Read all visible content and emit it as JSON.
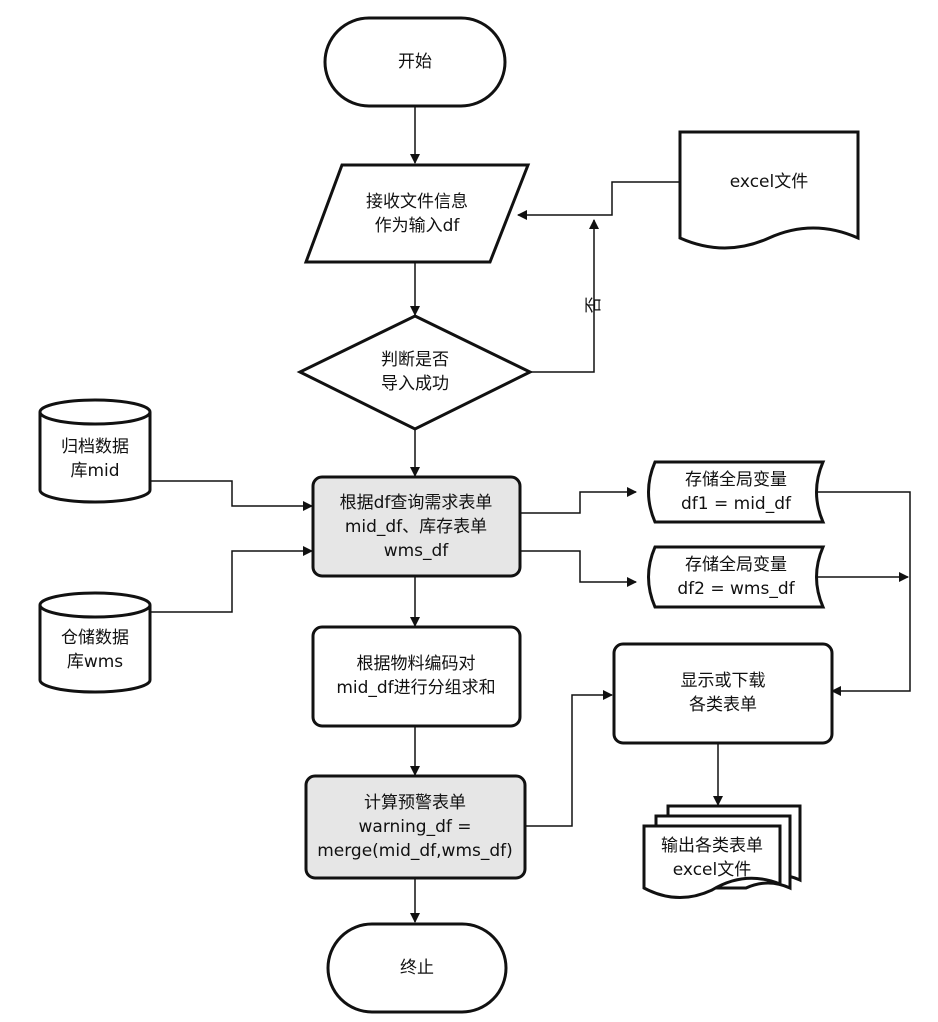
{
  "nodes": {
    "start": {
      "lines": [
        "开始"
      ]
    },
    "input": {
      "lines": [
        "接收文件信息",
        "作为输入df"
      ]
    },
    "excel": {
      "lines": [
        "excel文件"
      ]
    },
    "decision": {
      "lines": [
        "判断是否",
        "导入成功"
      ]
    },
    "no_label": "否",
    "db_mid": {
      "lines": [
        "归档数据",
        "库mid"
      ]
    },
    "db_wms": {
      "lines": [
        "仓储数据",
        "库wms"
      ]
    },
    "query": {
      "lines": [
        "根据df查询需求表单",
        "mid_df、库存表单",
        "wms_df"
      ]
    },
    "store1": {
      "lines": [
        "存储全局变量",
        "df1 = mid_df"
      ]
    },
    "store2": {
      "lines": [
        "存储全局变量",
        "df2 = wms_df"
      ]
    },
    "group": {
      "lines": [
        "根据物料编码对",
        "mid_df进行分组求和"
      ]
    },
    "display": {
      "lines": [
        "显示或下载",
        "各类表单"
      ]
    },
    "warning": {
      "lines": [
        "计算预警表单",
        "warning_df =",
        "merge(mid_df,wms_df)"
      ]
    },
    "output": {
      "lines": [
        "输出各类表单",
        "excel文件"
      ]
    },
    "end": {
      "lines": [
        "终止"
      ]
    }
  }
}
